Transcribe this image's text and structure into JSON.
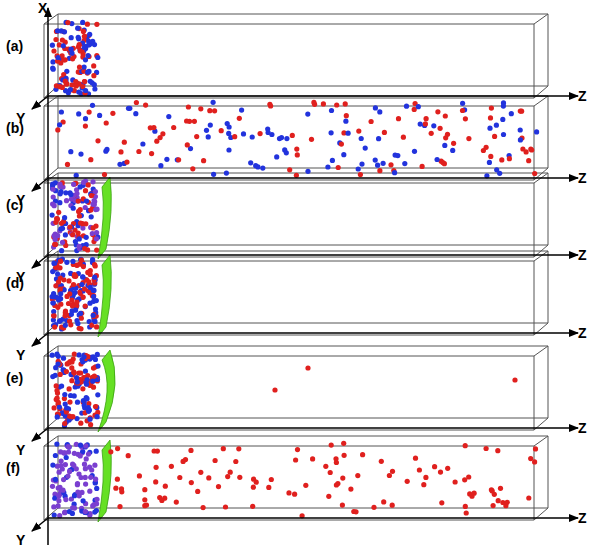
{
  "diagram": {
    "labels": [
      "X",
      "(a)",
      "Z",
      "Y",
      "(b)",
      "Z",
      "Y",
      "(c)",
      "Z",
      "Y",
      "(d)",
      "Z",
      "Y",
      "(e)",
      "Z",
      "Y",
      "(f)",
      "Z",
      "Y"
    ]
  }
}
